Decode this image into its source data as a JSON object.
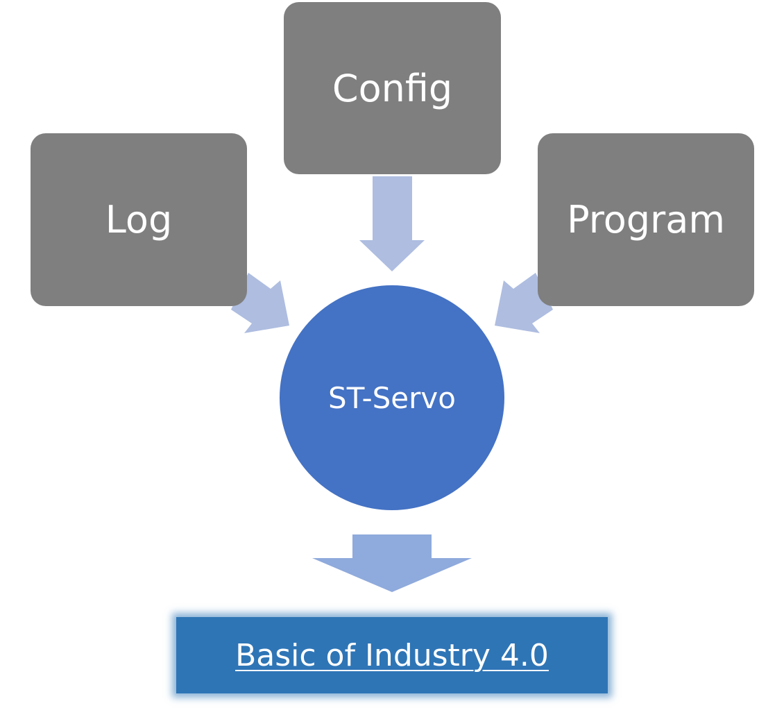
{
  "nodes": {
    "config": "Config",
    "log": "Log",
    "program": "Program",
    "center": "ST-Servo",
    "result": "Basic of Industry 4.0"
  },
  "colors": {
    "input_box": "#7f7f7f",
    "center_circle": "#4472c4",
    "arrow": "#aebde0",
    "output_arrow": "#8faadc",
    "result_box": "#2e75b6",
    "text": "#ffffff"
  },
  "edges": [
    {
      "from": "config",
      "to": "center"
    },
    {
      "from": "log",
      "to": "center"
    },
    {
      "from": "program",
      "to": "center"
    },
    {
      "from": "center",
      "to": "result"
    }
  ]
}
